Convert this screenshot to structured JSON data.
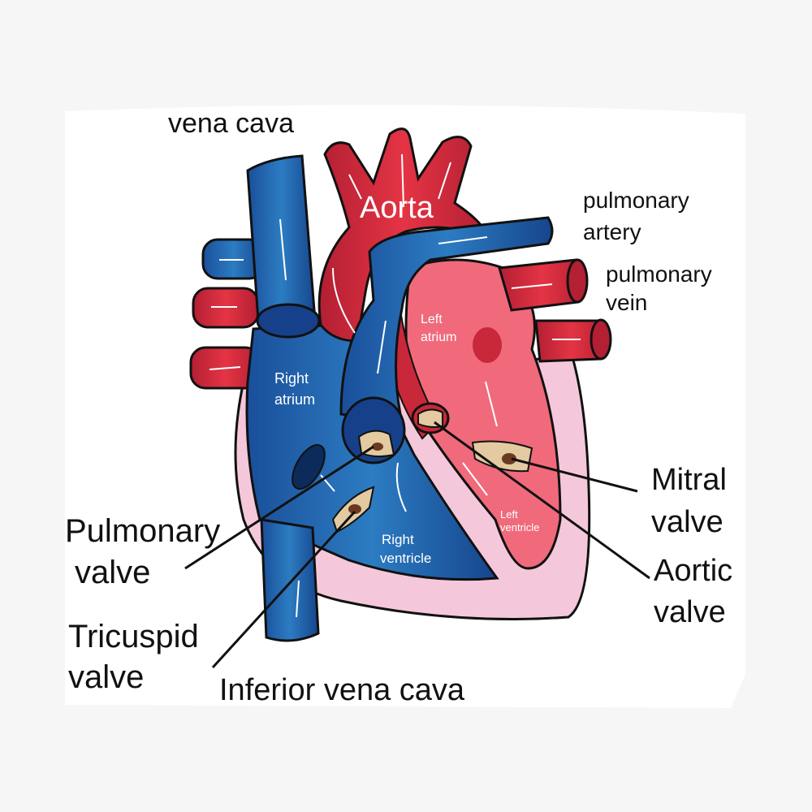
{
  "title": "Heart diagram",
  "labels": {
    "svc": "vena cava",
    "aorta": "Aorta",
    "pulmonary_artery_1": "pulmonary",
    "pulmonary_artery_2": "artery",
    "pulmonary_vein_1": "pulmonary",
    "pulmonary_vein_2": "vein",
    "left_atrium_1": "Left",
    "left_atrium_2": "atrium",
    "right_atrium_1": "Right",
    "right_atrium_2": "atrium",
    "mitral_1": "Mitral",
    "mitral_2": "valve",
    "aortic_1": "Aortic",
    "aortic_2": "valve",
    "pulmonary_valve_1": "Pulmonary",
    "pulmonary_valve_2": "valve",
    "tricuspid_1": "Tricuspid",
    "tricuspid_2": "valve",
    "ivc": "Inferior vena cava",
    "right_ventricle_1": "Right",
    "right_ventricle_2": "ventricle",
    "left_ventricle_1": "Left",
    "left_ventricle_2": "ventricle"
  },
  "colors": {
    "blue": "#1a5fa6",
    "red": "#c8283a",
    "pink": "#f06a7c",
    "pericardium": "#f4c8da",
    "valve": "#e3caa0"
  }
}
